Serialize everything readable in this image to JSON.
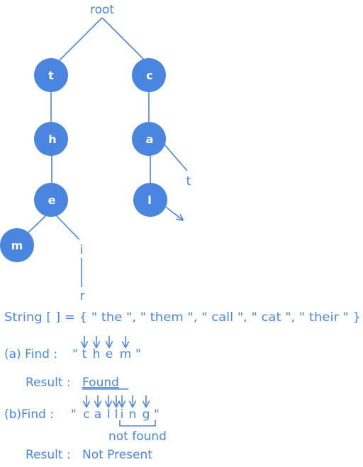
{
  "tree": {
    "root_label": "root",
    "nodes": {
      "t": "t",
      "h": "h",
      "e": "e",
      "m": "m",
      "c": "c",
      "a": "a",
      "l": "l"
    },
    "leaf_letters": {
      "i": "i",
      "r": "r",
      "t2": "t"
    }
  },
  "strings_line": "String [ ] = { \" the \", \" them \", \" call \", \" cat \", \" their \" }",
  "query_a": {
    "prefix": "(a) Find :",
    "open_quote": "\"",
    "letters": [
      "t",
      "h",
      "e",
      "m"
    ],
    "close_quote": "\"",
    "result_label": "Result :",
    "result_value": "Found"
  },
  "query_b": {
    "prefix": "(b)Find :",
    "open_quote": "\"",
    "letters": [
      "c",
      "a",
      "l",
      "l",
      "i",
      "n",
      "g"
    ],
    "close_quote": "\"",
    "not_found_label": "not found",
    "result_label": "Result :",
    "result_value": "Not Present"
  },
  "colors": {
    "accent": "#4a86e0",
    "node_text": "#ffffff"
  }
}
